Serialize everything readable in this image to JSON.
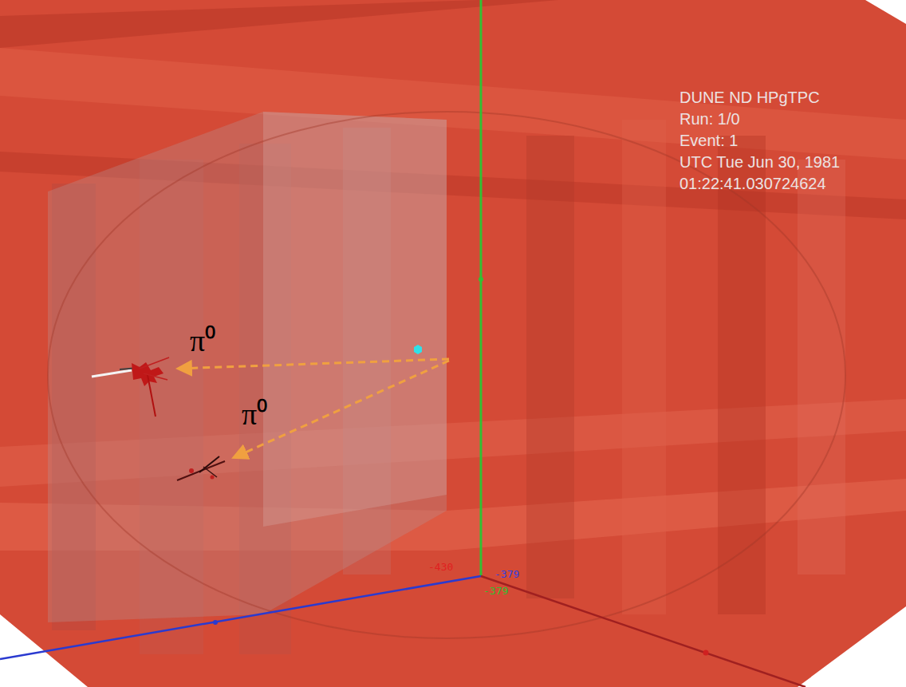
{
  "diagram": {
    "labels": [
      "DUNE ND HPgTPC",
      "Run: 1/0",
      "Event: 1",
      "UTC Tue Jun 30, 1981",
      "01:22:41.030724624",
      "π⁰",
      "π⁰",
      "-430",
      "-379",
      "-379"
    ]
  }
}
